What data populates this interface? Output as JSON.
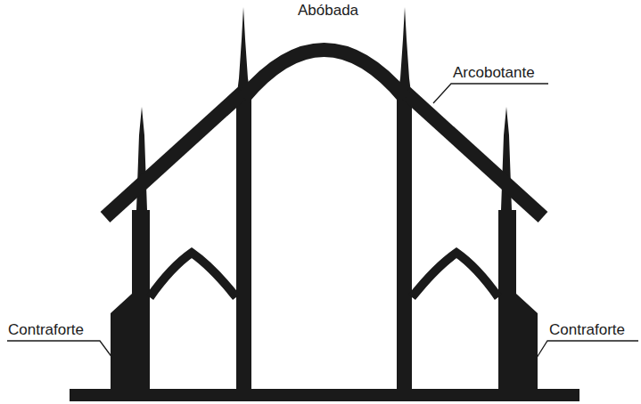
{
  "diagram": {
    "labels": [
      "Abóbada",
      "Arcobotante",
      "Contraforte",
      "Contraforte"
    ]
  }
}
